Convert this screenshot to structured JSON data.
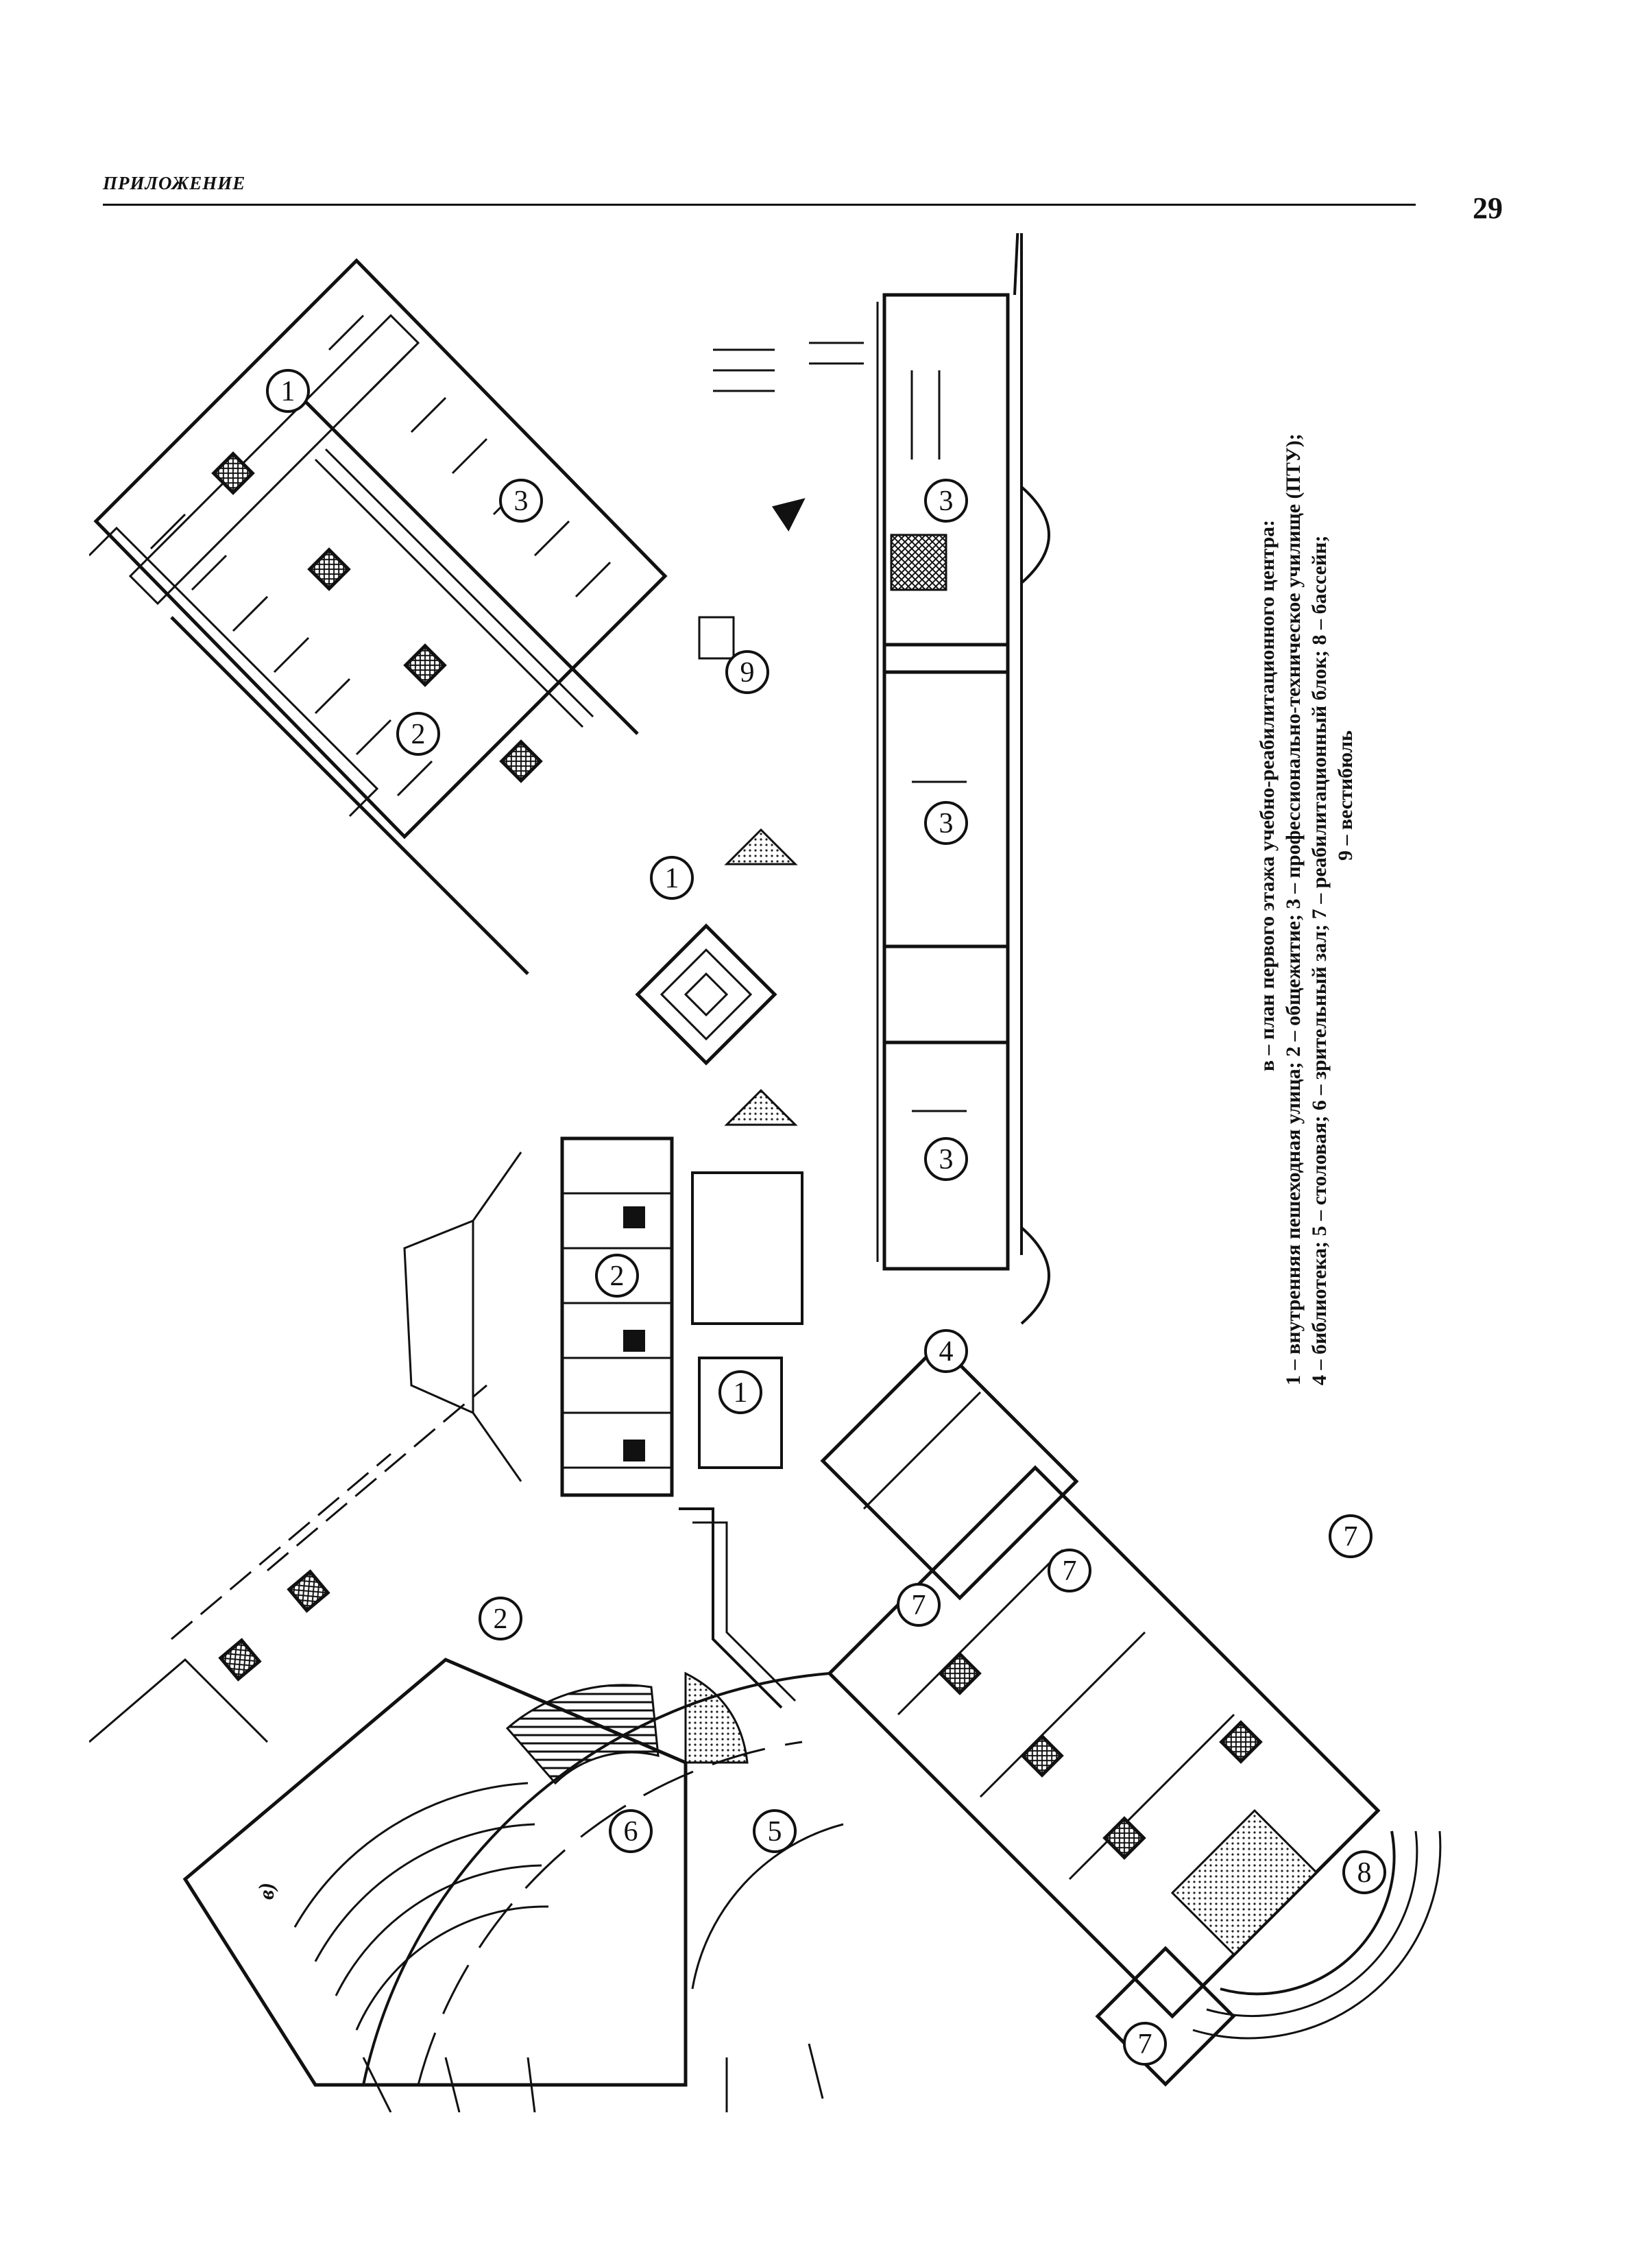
{
  "header": {
    "running_title": "ПРИЛОЖЕНИЕ",
    "page_number": "29"
  },
  "figure": {
    "tag": "в)",
    "caption_title": "в – план первого этажа учебно-реабилитационного центра:",
    "legend_lines": [
      "1 – внутренняя пешеходная улица; 2 – общежитие; 3 – профессионально-техническое училище (ПТУ);",
      "4 – библиотека; 5 – столовая; 6 – зрительный зал; 7 – реабилитационный блок; 8 – бассейн;",
      "9 – вестибюль"
    ],
    "zone_numbers": [
      "1",
      "2",
      "3",
      "4",
      "5",
      "6",
      "7",
      "8",
      "9"
    ]
  }
}
